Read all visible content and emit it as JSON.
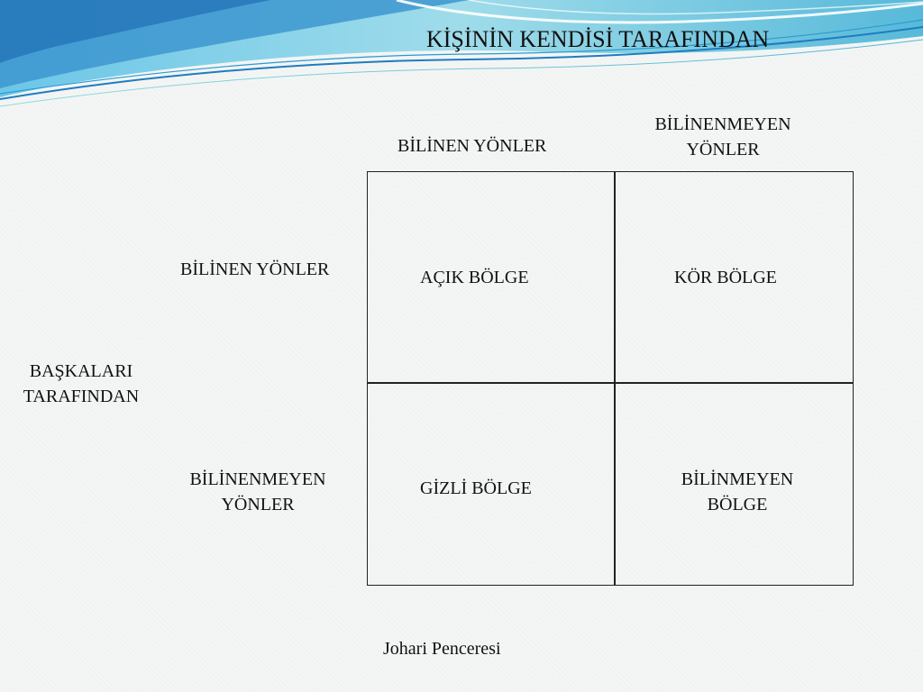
{
  "title": "KİŞİNİN KENDİSİ TARAFINDAN",
  "columns": {
    "known": "BİLİNEN YÖNLER",
    "unknown_line1": "BİLİNENMEYEN",
    "unknown_line2": "YÖNLER"
  },
  "side_label": {
    "line1": "BAŞKALARI",
    "line2": "TARAFINDAN"
  },
  "rows": {
    "known": "BİLİNEN YÖNLER",
    "unknown_line1": "BİLİNENMEYEN",
    "unknown_line2": "YÖNLER"
  },
  "cells": {
    "open": "AÇIK BÖLGE",
    "blind": "KÖR BÖLGE",
    "hidden": "GİZLİ BÖLGE",
    "unknown_line1": "BİLİNMEYEN",
    "unknown_line2": "BÖLGE"
  },
  "caption": "Johari Penceresi",
  "colors": {
    "wave_dark": "#2f8fc6",
    "wave_light": "#7fd6e6",
    "line": "#222222"
  }
}
